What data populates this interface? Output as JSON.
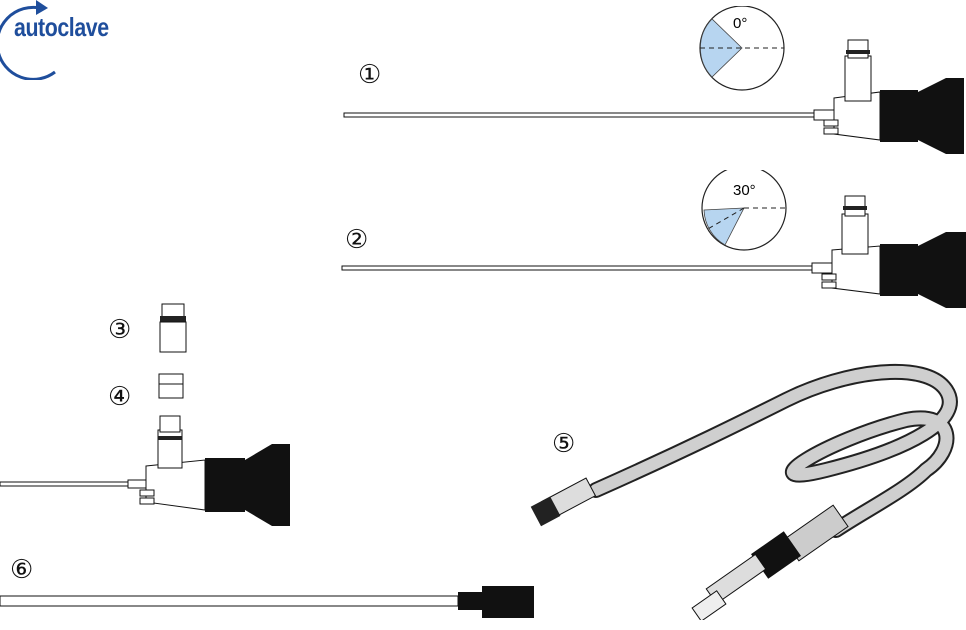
{
  "logo": {
    "text": "autoclave",
    "color": "#1f4e9c",
    "icon": "autoclave-cycle-arrow-icon"
  },
  "callouts": [
    "①",
    "②",
    "③",
    "④",
    "⑤",
    "⑥"
  ],
  "view_angles": [
    {
      "label": "0°",
      "fill": "#b7d5f0"
    },
    {
      "label": "30°",
      "fill": "#b7d5f0"
    }
  ],
  "items": {
    "telescope_0": "telescope-0-degree",
    "telescope_30": "telescope-30-degree",
    "eyepiece_adapter": "light-post-adapter",
    "adapter_cap": "adapter-cap",
    "telescope_assembled": "telescope-assembled",
    "sheath": "sheath-rod",
    "cable": "fiber-optic-light-cable"
  }
}
